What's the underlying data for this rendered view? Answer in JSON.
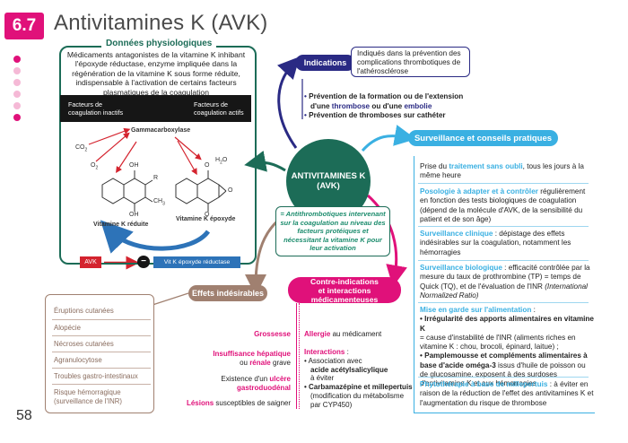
{
  "header": {
    "badge": "6.7",
    "title": "Antivitamines K (AVK)",
    "page_number": "58"
  },
  "physiology": {
    "title": "Données physiologiques",
    "text": "Médicaments antagonistes de la vitamine K inhibant l'époxyde réductase, enzyme impliquée dans la régénération de la vitamine K sous forme réduite, indispensable à l'activation de certains facteurs plasmatiques de la coagulation",
    "factors_inactive": [
      "Facteurs de",
      "coagulation inactifs"
    ],
    "factors_active": [
      "Facteurs de",
      "coagulation actifs"
    ],
    "enzyme": "Gammacarboxylase",
    "co2": "CO",
    "co2_sub": "2",
    "o2": "O",
    "o2_sub": "2",
    "h2o": "H",
    "h2o_sub": "2",
    "h2o_tail": "O",
    "oh": "OH",
    "r": "R",
    "ch3": "CH",
    "ch3_sub": "3",
    "o": "O",
    "vk_reduced": "Vitamine K réduite",
    "vk_epoxide": "Vitamine K époxyde",
    "avk": "AVK",
    "minus": "−",
    "vk_reductase": "Vit K époxyde réductase"
  },
  "center": {
    "title1": "ANTIVITAMINES K",
    "title2": "(AVK)",
    "description": "= Antithrombotiques intervenant sur la coagulation au niveau des facteurs protéiques et nécessitant la vitamine K pour leur activation"
  },
  "indications": {
    "label": "Indications",
    "box": "Indiqués dans la prévention des complications thrombotiques de l'athérosclérose",
    "items": [
      {
        "pre": "Prévention de la formation ou de l'extension",
        "line2_pre": "d'une ",
        "k1": "thrombose",
        "mid": " ou d'une ",
        "k2": "embolie"
      },
      {
        "text": "Prévention de thromboses sur cathéter"
      }
    ],
    "bullet": "•"
  },
  "surveillance": {
    "label": "Surveillance et conseils pratiques",
    "s1_pre": "Prise du ",
    "s1_hl": "traitement sans oubli",
    "s1_post": ", tous les jours à la même heure",
    "s2_hl": "Posologie à adapter et à contrôler",
    "s2_post": " régulièrement en fonction des tests biologiques de coagulation (dépend de la molécule d'AVK, de la sensibilité du patient et de son âge)",
    "s3_hl": "Surveillance clinique",
    "s3_post": " : dépistage des effets indésirables sur la coagulation, notamment les hémorragies",
    "s4_hl": "Surveillance biologique",
    "s4_post": " : efficacité contrôlée par la mesure du taux de prothrombine (TP) = temps de Quick (TQ), et de l'évaluation de l'INR",
    "s4_italic": "(International Normalized Ratio)",
    "s5_hl": "Mise en garde sur l'alimentation",
    "s5_colon": " :",
    "s5_b1": "• Irrégularité des apports alimentaires en vitamine K",
    "s5_t1": "= cause d'instabilité de l'INR (aliments riches en vitamine K : chou, brocoli, épinard, laitue) ;",
    "s5_b2": "• Pamplemousse et compléments alimentaires à base d'acide oméga-3",
    "s5_t2": " issus d'huile de poisson ou de glucosamine, exposent à des surdoses d'antivitamine K et aux hémorragies",
    "s6_hl": "Phytothérapie à base de millepertuis",
    "s6_post": " : à éviter en raison de la réduction de l'effet des antivitamines K et l'augmentation du risque de thrombose"
  },
  "side_effects": {
    "label": "Effets indésirables",
    "items": [
      "Éruptions cutanées",
      "Alopécie",
      "Nécroses cutanées",
      "Agranulocytose",
      "Troubles gastro-intestinaux",
      "Risque hémorragique",
      "(surveillance de l'INR)"
    ]
  },
  "contraindications": {
    "label1": "Contre-indications",
    "label2": "et interactions",
    "label3": "médicamenteuses",
    "left": {
      "grossesse": "Grossesse",
      "ins1": "Insuffisance hépatique",
      "ins2_pre": "ou ",
      "ins2_hl": "rénale",
      "ins2_post": " grave",
      "ext1_pre": "Existence d'un ",
      "ext1_hl": "ulcère",
      "ext2": "gastroduodénal",
      "lesions_hl": "Lésions",
      "lesions_post": " susceptibles de saigner"
    },
    "right": {
      "allergie_hl": "Allergie",
      "allergie_post": " au médicament",
      "inter_hl": "Interactions",
      "inter_colon": " :",
      "b1": "• Association avec",
      "b1a": "acide acétylsalicylique",
      "b1b": "à éviter",
      "b2": "• Carbamazépine et millepertuis",
      "b2a": "(modification du métabolisme",
      "b2b": "par CYP450)"
    }
  },
  "colors": {
    "pink": "#e0117a",
    "green": "#1c6c57",
    "navy": "#2a2a84",
    "cyan": "#3ab0e2",
    "taupe": "#a08070"
  }
}
